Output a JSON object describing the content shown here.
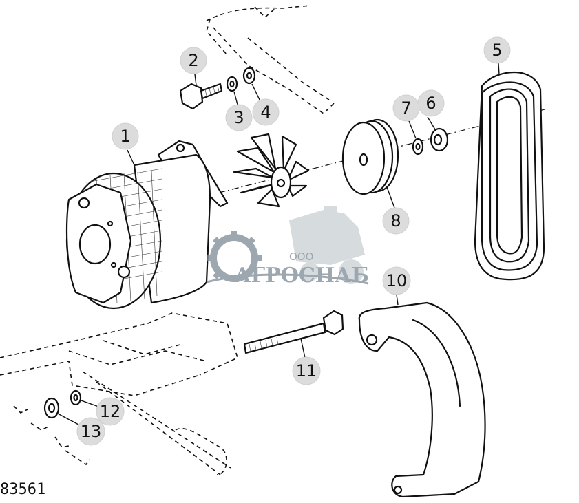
{
  "figure_id": "83561",
  "watermark": {
    "prefix": "ООО",
    "name": "АГРОСНАБ",
    "color": "#7d8a95"
  },
  "callouts": [
    {
      "id": "c1",
      "label": "1"
    },
    {
      "id": "c2",
      "label": "2"
    },
    {
      "id": "c3",
      "label": "3"
    },
    {
      "id": "c4",
      "label": "4"
    },
    {
      "id": "c5",
      "label": "5"
    },
    {
      "id": "c6",
      "label": "6"
    },
    {
      "id": "c7",
      "label": "7"
    },
    {
      "id": "c8",
      "label": "8"
    },
    {
      "id": "c10",
      "label": "10"
    },
    {
      "id": "c11",
      "label": "11"
    },
    {
      "id": "c12",
      "label": "12"
    },
    {
      "id": "c13",
      "label": "13"
    }
  ]
}
